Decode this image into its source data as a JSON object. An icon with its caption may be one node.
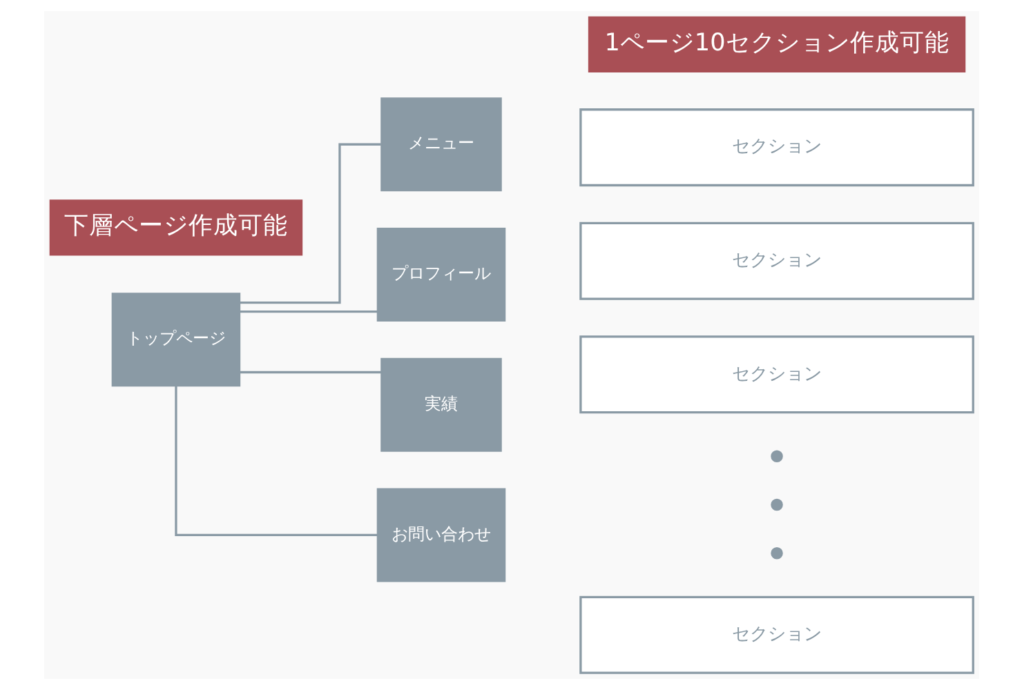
{
  "diagram": {
    "nodes": [
      {
        "text": [
          "下層ページ作成可能"
        ]
      },
      {
        "text": [
          "トップページ"
        ]
      },
      {
        "text": [
          "メニュー"
        ]
      },
      {
        "text": [
          "プロフィール"
        ]
      },
      {
        "text": [
          "実績"
        ]
      },
      {
        "text": [
          "お問い合わせ"
        ]
      },
      {
        "text": [
          "1ページ10セクション作成可能"
        ]
      },
      {
        "text": [
          "セクション"
        ]
      },
      {
        "text": [
          "セクション"
        ]
      },
      {
        "text": [
          "セクション"
        ]
      },
      {
        "text": [
          "セクション"
        ]
      }
    ],
    "edges": [
      {
        "from": 1,
        "to": 2,
        "arrow": "none"
      },
      {
        "from": 1,
        "to": 3,
        "arrow": "none"
      },
      {
        "from": 1,
        "to": 4,
        "arrow": "none"
      },
      {
        "from": 1,
        "to": 5,
        "arrow": "none"
      }
    ]
  }
}
